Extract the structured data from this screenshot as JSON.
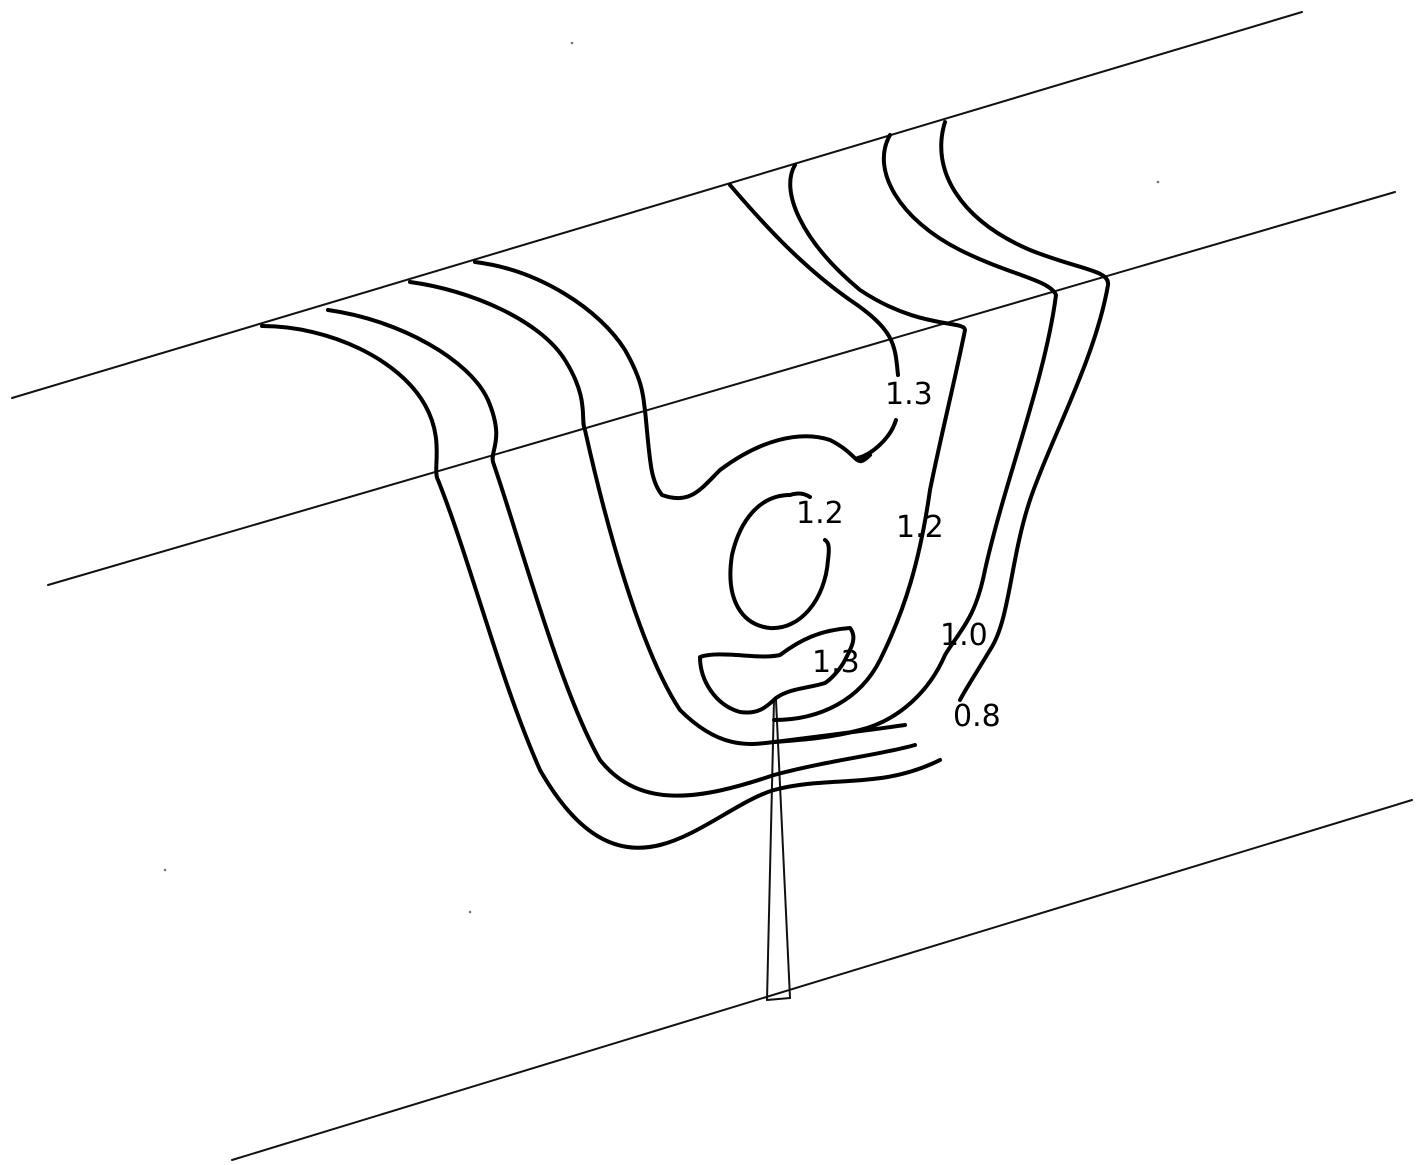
{
  "contour_labels": {
    "top_1_3": "1.3",
    "inner_1_2": "1.2",
    "right_1_2": "1.2",
    "right_1_0": "1.0",
    "bottom_0_8": "0.8",
    "lower_1_3": "1.3"
  },
  "colors": {
    "line": "#000000",
    "background": "#ffffff"
  }
}
